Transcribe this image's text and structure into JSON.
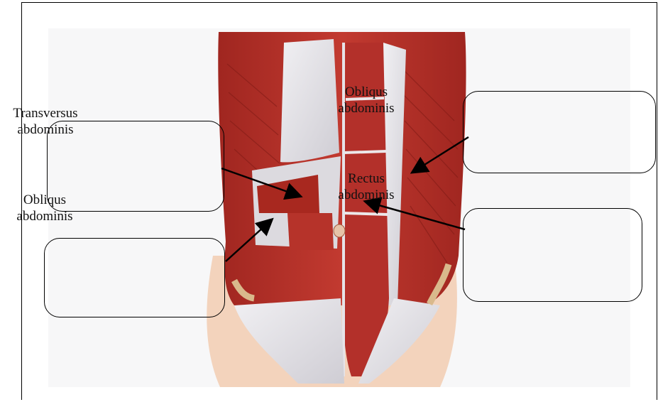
{
  "labels": {
    "obliquus_top": [
      "Obliqus",
      "abdominis"
    ],
    "transversus": [
      "Transversus",
      "abdominis"
    ],
    "rectus": [
      "Rectus",
      "abdominis"
    ],
    "obliquus_left": [
      "Obliqus",
      "abdominis"
    ]
  },
  "answer_boxes": [
    "",
    "",
    "",
    ""
  ],
  "colors": {
    "muscle": "#b8322a",
    "muscle_dark": "#8e1f1a",
    "tendon": "#e4e2e6",
    "skin": "#f2d2ba",
    "arrow": "#000000"
  }
}
